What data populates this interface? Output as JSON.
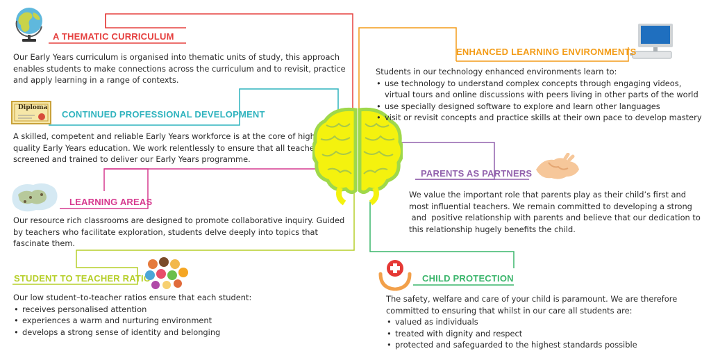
{
  "colors": {
    "thematic": "#e5403f",
    "professional": "#2fb3be",
    "learning_areas": "#d63a8f",
    "ratio": "#b6cf2a",
    "enhanced": "#f39c18",
    "parents": "#9262ad",
    "protection": "#3ab56b",
    "brain_fill": "#f4f20e",
    "brain_stroke": "#9fd84a"
  },
  "icons": {
    "thematic": "globe-icon",
    "professional": "diploma-icon",
    "learning_areas": "map-icon",
    "ratio": "children-faces-icon",
    "enhanced": "computer-icon",
    "parents": "handshake-icon",
    "protection": "medical-cross-hands-icon",
    "center": "brain-icon"
  },
  "sections": {
    "thematic": {
      "title": "A THEMATIC CURRICULUM",
      "body": "Our Early Years curriculum is organised into thematic units of study, this approach enables students to make connections across the curriculum and to revisit, practice and apply learning in a range of contexts."
    },
    "professional": {
      "title": "CONTINUED PROFESSIONAL DEVELOPMENT",
      "diploma_label": "Diploma",
      "body": "A skilled, competent and reliable Early Years workforce is at the core of high quality Early Years education. We work relentlessly to ensure that all teachers are screened and trained to deliver our Early Years programme."
    },
    "learning_areas": {
      "title": "LEARNING AREAS",
      "body": "Our resource rich classrooms are designed to promote collaborative inquiry. Guided by teachers who facilitate exploration, students delve deeply into topics that fascinate them."
    },
    "ratio": {
      "title": "STUDENT TO TEACHER RATIO",
      "intro": "Our low student–to-teacher ratios ensure that each student:",
      "bullets": [
        "receives personalised attention",
        "experiences a warm and nurturing environment",
        "develops a strong sense of identity and belonging"
      ]
    },
    "enhanced": {
      "title": "ENHANCED LEARNING ENVIRONMENTS",
      "intro": "Students in our technology enhanced environments learn to:",
      "bullets": [
        "use technology to understand complex concepts through engaging videos,",
        "virtual tours and online discussions with peers living in other parts of the world",
        "use specially designed software to explore and learn other languages",
        "visit or revisit concepts and practice skills at their own pace to develop mastery"
      ]
    },
    "parents": {
      "title": "PARENTS AS PARTNERS",
      "lines": [
        "We value the important role that parents play as their child’s first and",
        "most influential teachers. We remain committed to developing a strong",
        " and  positive relationship with parents and believe that our dedication to",
        "this relationship hugely benefits the child."
      ]
    },
    "protection": {
      "title": "CHILD PROTECTION",
      "intro_lines": [
        "The safety, welfare and care of your child is paramount. We are therefore",
        "committed to ensuring that whilst in our care all students are:"
      ],
      "bullets": [
        "valued as individuals",
        "treated with dignity and respect",
        "protected and safeguarded to the highest standards possible"
      ]
    }
  }
}
